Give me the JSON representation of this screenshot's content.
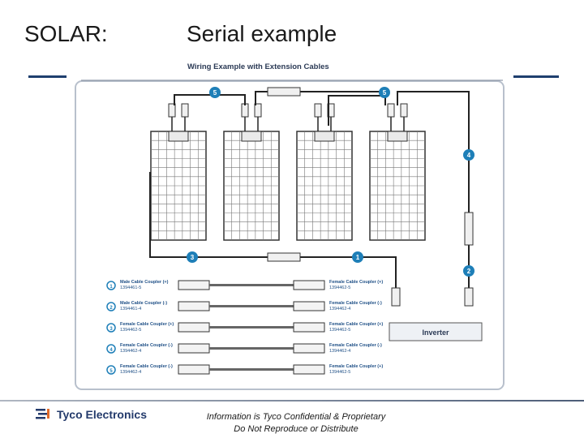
{
  "slide": {
    "title_left": "SOLAR:",
    "title_right": "Serial example",
    "accent_color": "#1f3f6e"
  },
  "diagram": {
    "heading": "Wiring Example with Extension Cables",
    "inverter_label": "Inverter",
    "callouts": [
      "5",
      "5",
      "4",
      "3",
      "1",
      "2"
    ],
    "legend": [
      {
        "num": "1",
        "left_title": "Male Cable Coupler (+)",
        "left_part": "1394461-5",
        "right_title": "Female Cable Coupler (+)",
        "right_part": "1394462-5"
      },
      {
        "num": "2",
        "left_title": "Male Cable Coupler (-)",
        "left_part": "1394461-4",
        "right_title": "Female Cable Coupler (-)",
        "right_part": "1394462-4"
      },
      {
        "num": "3",
        "left_title": "Female Cable Coupler (+)",
        "left_part": "1394462-5",
        "right_title": "Female Cable Coupler (+)",
        "right_part": "1394462-5"
      },
      {
        "num": "4",
        "left_title": "Female Cable Coupler (-)",
        "left_part": "1394462-4",
        "right_title": "Female Cable Coupler (-)",
        "right_part": "1394462-4"
      },
      {
        "num": "5",
        "left_title": "Female Cable Coupler (-)",
        "left_part": "1394462-4",
        "right_title": "Female Cable Coupler (+)",
        "right_part": "1394462-5"
      }
    ]
  },
  "footer": {
    "logo_text": "Tyco Electronics",
    "confidential_line1": "Information is Tyco Confidential & Proprietary",
    "confidential_line2": "Do Not Reproduce or Distribute"
  }
}
